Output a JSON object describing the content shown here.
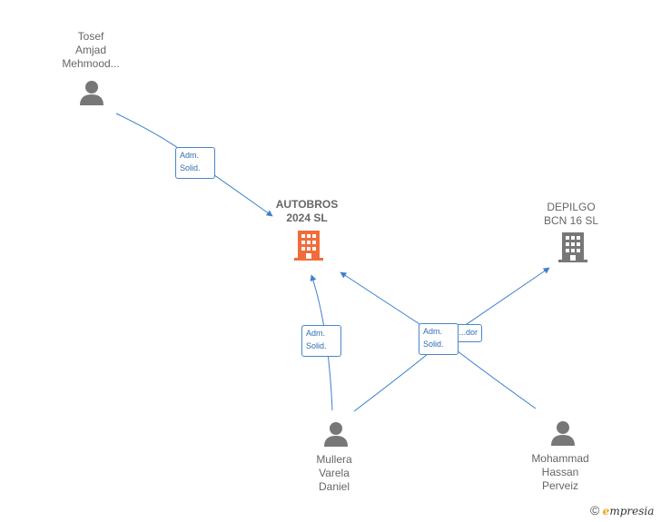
{
  "nodes": {
    "tosef": {
      "label": "Tosef\nAmjad\nMehmood..."
    },
    "autobros": {
      "label": "AUTOBROS\n2024  SL"
    },
    "depilgo": {
      "label": "DEPILGO\nBCN 16  SL"
    },
    "mullera": {
      "label": "Mullera\nVarela\nDaniel"
    },
    "mohammad": {
      "label": "Mohammad\nHassan\nPerveiz"
    }
  },
  "edges": {
    "tosef_autobros": {
      "label": "Adm.\nSolid."
    },
    "mullera_autobros": {
      "label": "Adm.\nSolid."
    },
    "mohammad_autobros": {
      "label": "Adm.\nSolid."
    },
    "mullera_depilgo": {
      "label": "...dor"
    }
  },
  "colors": {
    "edge": "#3c7fcf",
    "person": "#777777",
    "focus_company": "#f26b3a",
    "company": "#777777"
  },
  "icons": {
    "person": "person-icon",
    "company": "building-icon"
  },
  "footer": {
    "copyright": "©",
    "brand_initial": "e",
    "brand_rest": "mpresia"
  }
}
